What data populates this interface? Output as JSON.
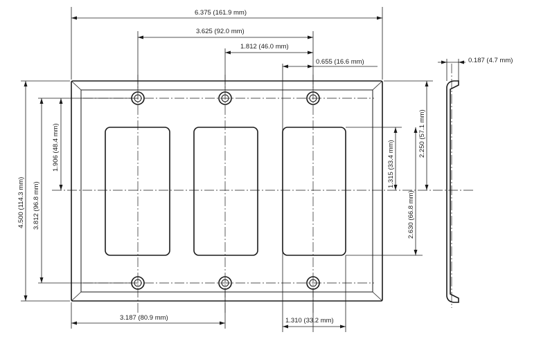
{
  "dimensions": {
    "overall_width": "6.375  (161.9  mm)",
    "hole_spacing_wide": "3.625  (92.0  mm)",
    "hole_spacing": "1.812  (46.0  mm)",
    "edge_offset": "0.655  (16.6  mm)",
    "thickness": "0.187  (4.7  mm)",
    "overall_height": "4.500  (114.3  mm)",
    "hole_vertical": "3.812  (96.8  mm)",
    "half_hole_vertical": "1.906  (48.4  mm)",
    "half_overall_height": "2.250  (57.1  mm)",
    "opening_half_height": "1.315  (33.4  mm)",
    "opening_height": "2.630  (66.8  mm)",
    "bottom_left": "3.187  (80.9  mm)",
    "opening_width": "1.310  (33.2  mm)"
  }
}
